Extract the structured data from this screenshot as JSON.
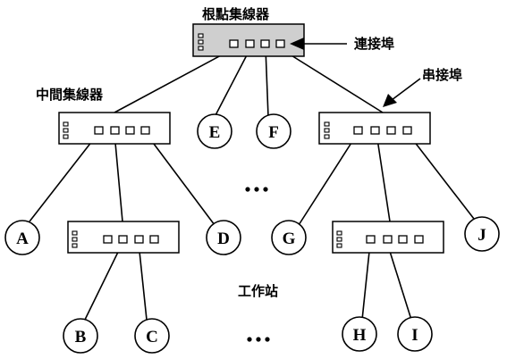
{
  "labels": {
    "root_hub": "根點集線器",
    "intermediate_hub": "中間集線器",
    "connector_port": "連接埠",
    "serial_port": "串接埠",
    "workstation": "工作站"
  },
  "nodes": {
    "A": "A",
    "B": "B",
    "C": "C",
    "D": "D",
    "E": "E",
    "F": "F",
    "G": "G",
    "H": "H",
    "I": "I",
    "J": "J"
  },
  "colors": {
    "root_hub_fill": "#cfcfcf",
    "hub_fill": "#ffffff",
    "line": "#000000"
  }
}
